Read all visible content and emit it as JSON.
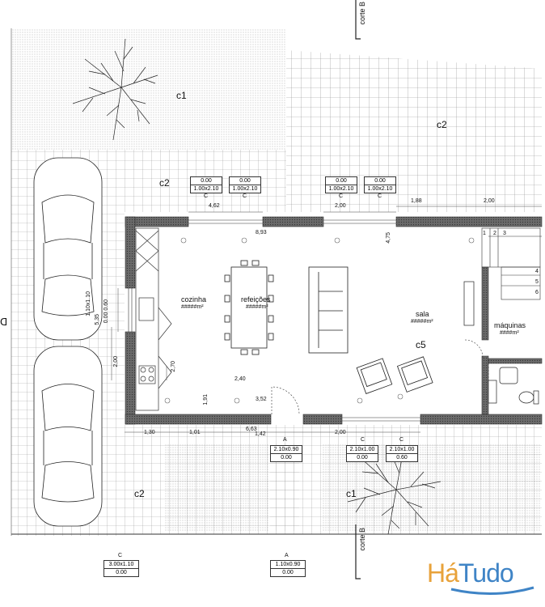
{
  "zones": {
    "c1_top": "c1",
    "c2_top": "c2",
    "c2_left": "c2",
    "c2_bottom": "c2",
    "c1_bottom": "c1",
    "c5": "c5"
  },
  "rooms": {
    "cozinha": {
      "name": "cozinha",
      "area": "#####m²"
    },
    "refeicoes": {
      "name": "refeições",
      "area": "#####m²"
    },
    "sala": {
      "name": "sala",
      "area": "#####m²"
    },
    "maquinas": {
      "name": "máquinas",
      "area": "####m²"
    }
  },
  "corte": {
    "top": "corte B",
    "bottom": "corte B",
    "left": "ᗡ"
  },
  "dimensions": [
    "4,62",
    "8,93",
    "2,00",
    "1,88",
    "2,00",
    "4,75",
    "2,70",
    "2,40",
    "1,91",
    "3,52",
    "1,30",
    "1,01",
    "6,63",
    "1,42",
    "2,00",
    "5,35",
    "2,00",
    "1",
    "2",
    "3",
    "4",
    "5",
    "6"
  ],
  "windows_top": [
    {
      "letter": "C",
      "line1": "0.00",
      "line2": "1.00x2.10"
    },
    {
      "letter": "C",
      "line1": "0.00",
      "line2": "1.00x2.10"
    },
    {
      "letter": "C",
      "line1": "0.00",
      "line2": "1.00x2.10"
    },
    {
      "letter": "C",
      "line1": "0.00",
      "line2": "1.00x2.10"
    }
  ],
  "windows_bottom": [
    {
      "letter": "A",
      "line1": "2.10x0.90",
      "line2": "0.00"
    },
    {
      "letter": "C",
      "line1": "2.10x1.00",
      "line2": "0.00"
    },
    {
      "letter": "C",
      "line1": "2.10x1.00",
      "line2": "0.60"
    }
  ],
  "windows_footer": [
    {
      "letter": "C",
      "line1": "3.00x1.10",
      "line2": "0.00"
    },
    {
      "letter": "A",
      "line1": "1.10x0.90",
      "line2": "0.00"
    }
  ],
  "left_labels": {
    "a": "1.10x1.10",
    "b": "0.00 0.60"
  },
  "logo": {
    "part1": "Há",
    "part2": "Tudo"
  },
  "colors": {
    "logo1": "#e8a23a",
    "logo2": "#3f84c6",
    "wall": "#555555",
    "grid": "#9a9a9a"
  }
}
